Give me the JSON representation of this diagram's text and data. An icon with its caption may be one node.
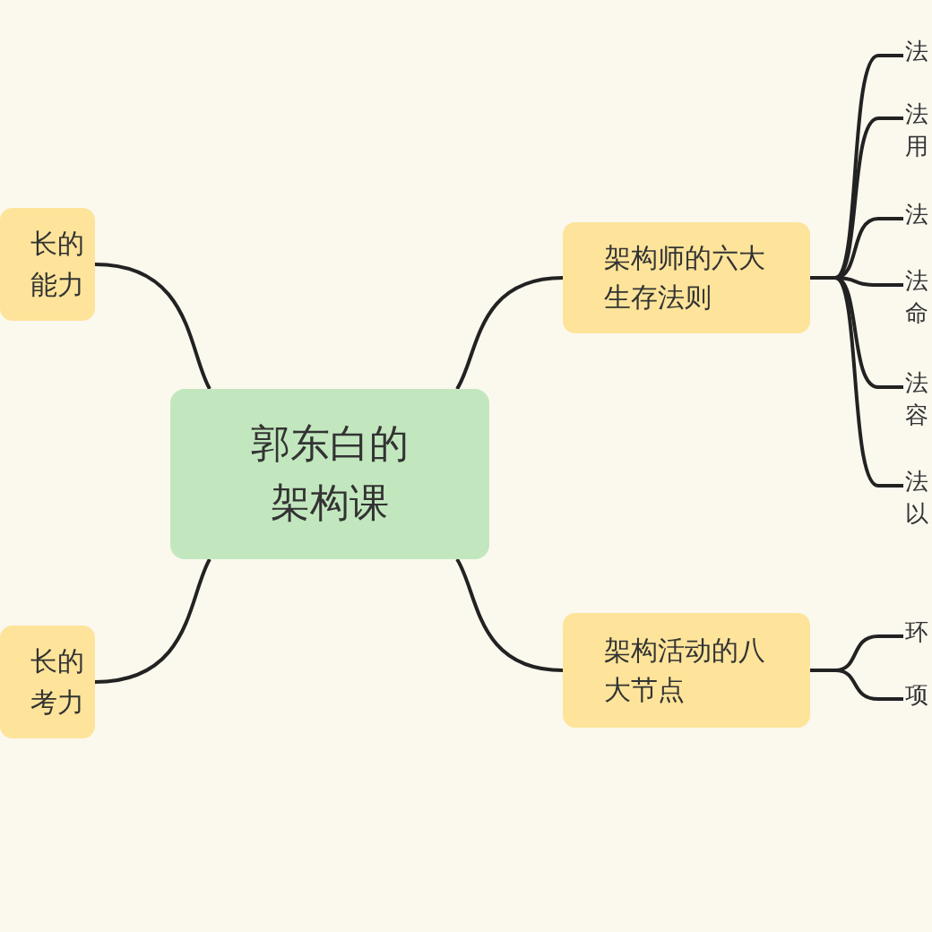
{
  "diagram": {
    "nodes": [
      {
        "text": [
          "郭东白的架构课"
        ]
      },
      {
        "text": [
          "长的能力"
        ]
      },
      {
        "text": [
          "长的考力"
        ]
      },
      {
        "text": [
          "架构师的六大生存法则"
        ]
      },
      {
        "text": [
          "架构活动的八大节点"
        ]
      },
      {
        "text": [
          "法"
        ]
      },
      {
        "text": [
          "法用"
        ]
      },
      {
        "text": [
          "法"
        ]
      },
      {
        "text": [
          "法命"
        ]
      },
      {
        "text": [
          "法容"
        ]
      },
      {
        "text": [
          "法以"
        ]
      },
      {
        "text": [
          "环"
        ]
      },
      {
        "text": [
          "项"
        ]
      }
    ],
    "edges": [
      {
        "from": 0,
        "to": 1,
        "arrow": "none"
      },
      {
        "from": 0,
        "to": 2,
        "arrow": "none"
      },
      {
        "from": 0,
        "to": 3,
        "arrow": "none"
      },
      {
        "from": 0,
        "to": 4,
        "arrow": "none"
      },
      {
        "from": 3,
        "to": 5,
        "arrow": "none"
      },
      {
        "from": 3,
        "to": 6,
        "arrow": "none"
      },
      {
        "from": 3,
        "to": 7,
        "arrow": "none"
      },
      {
        "from": 3,
        "to": 8,
        "arrow": "none"
      },
      {
        "from": 3,
        "to": 9,
        "arrow": "none"
      },
      {
        "from": 3,
        "to": 10,
        "arrow": "none"
      },
      {
        "from": 4,
        "to": 11,
        "arrow": "none"
      },
      {
        "from": 4,
        "to": 12,
        "arrow": "none"
      }
    ]
  }
}
